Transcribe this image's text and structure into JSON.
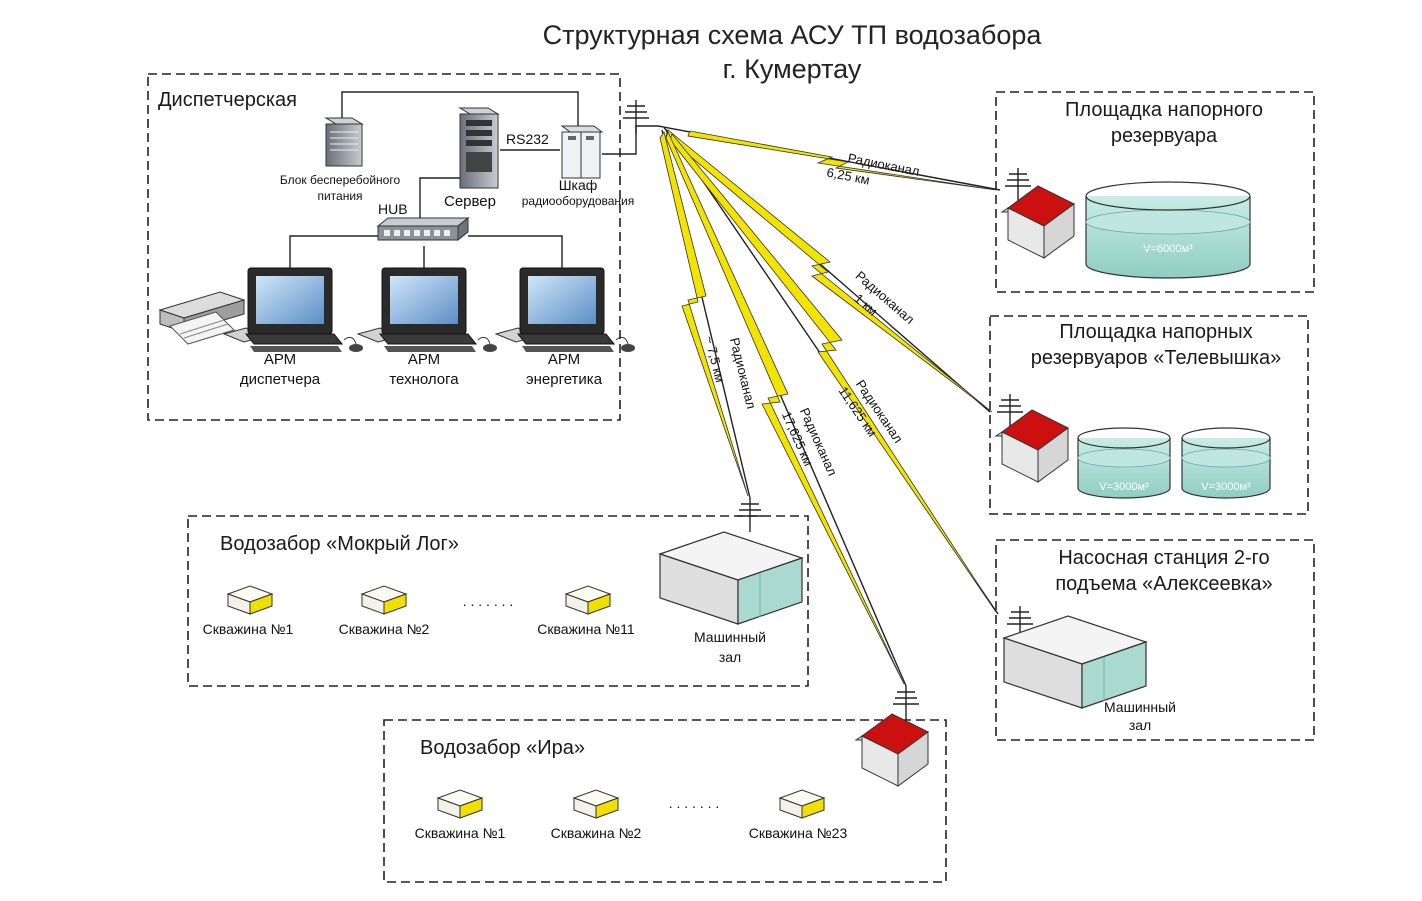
{
  "title": {
    "line1": "Структурная схема АСУ ТП водозабора",
    "line2": "г. Кумертау"
  },
  "dispatch": {
    "title": "Диспетчерская",
    "ups_line1": "Блок бесперебойного",
    "ups_line2": "питания",
    "server": "Сервер",
    "rs232": "RS232",
    "cabinet_line1": "Шкаф",
    "cabinet_line2": "радиооборудования",
    "hub": "HUB",
    "arm1_line1": "АРМ",
    "arm1_line2": "диспетчера",
    "arm2_line1": "АРМ",
    "arm2_line2": "технолога",
    "arm3_line1": "АРМ",
    "arm3_line2": "энергетика"
  },
  "radio_links": {
    "to_reservoir": {
      "label": "Радиоканал",
      "distance": "6,25 км"
    },
    "to_tv_tower": {
      "label": "Радиоканал",
      "distance": "1 км"
    },
    "to_pump": {
      "label": "Радиоканал",
      "distance": "11,625 км"
    },
    "to_ira": {
      "label": "Радиоканал",
      "distance": "17,625 км"
    },
    "to_mokry": {
      "label": "Радиоканал",
      "distance": "~ 7,5 км"
    }
  },
  "reservoir_site": {
    "title_line1": "Площадка напорного",
    "title_line2": "резервуара",
    "tank": "V=6000м³"
  },
  "tv_tower_site": {
    "title_line1": "Площадка напорных",
    "title_line2": "резервуаров «Телевышка»",
    "tank1": "V=3000м³",
    "tank2": "V=3000м³"
  },
  "pump_station": {
    "title_line1": "Насосная станция 2-го",
    "title_line2": "подъема «Алексеевка»",
    "hall_line1": "Машинный",
    "hall_line2": "зал"
  },
  "mokry_log": {
    "title": "Водозабор «Мокрый Лог»",
    "well1": "Скважина №1",
    "well2": "Скважина №2",
    "dots": ". . . . . . .",
    "well11": "Скважина №11",
    "hall_line1": "Машинный",
    "hall_line2": "зал"
  },
  "ira": {
    "title": "Водозабор «Ира»",
    "well1": "Скважина №1",
    "well2": "Скважина №2",
    "dots": ". . . . . . .",
    "well23": "Скважина №23"
  },
  "colors": {
    "bolt": "#f2e300",
    "roof": "#cc1010",
    "water": "#a8d8d0",
    "well_top": "#f0e000"
  }
}
